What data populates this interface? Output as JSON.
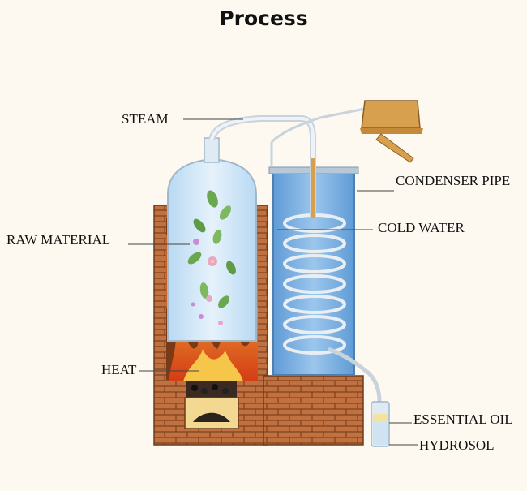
{
  "title": "Process",
  "labels": {
    "steam": "STEAM",
    "raw_material": "RAW MATERIAL",
    "heat": "HEAT",
    "condenser_pipe": "CONDENSER PIPE",
    "cold_water": "COLD WATER",
    "essential_oil": "ESSENTIAL OIL",
    "hydrosol": "HYDROSOL"
  },
  "colors": {
    "background": "#fdf8f0",
    "brick": "#b96a3a",
    "mortar": "#8c4a25",
    "glass": "#cfe6f7",
    "water": "#7eb2e0",
    "fire": "#e8531c",
    "pipe": "#dde6ee",
    "copper": "#d7a04e"
  }
}
